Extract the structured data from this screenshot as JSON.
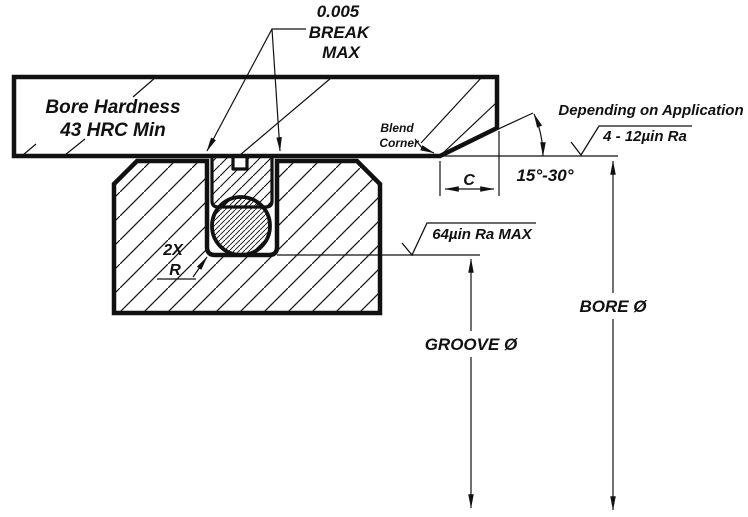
{
  "diagram": {
    "break_note": [
      "0.005",
      "BREAK",
      "MAX"
    ],
    "bore_bar": {
      "hardness_line1": "Bore Hardness",
      "hardness_line2": "43 HRC Min"
    },
    "blend_corner": [
      "Blend",
      "Corner"
    ],
    "application_note": "Depending on Application",
    "bore_surface_finish": "4 - 12µin Ra",
    "chamfer_angle": "15°-30°",
    "chamfer_width_label": "C",
    "groove_surface_finish": "64µin Ra MAX",
    "groove_radius": {
      "count": "2X",
      "label": "R"
    },
    "groove_diameter_label": "GROOVE Ø",
    "bore_diameter_label": "BORE Ø"
  },
  "colors": {
    "ink": "#111111",
    "background": "#ffffff"
  }
}
